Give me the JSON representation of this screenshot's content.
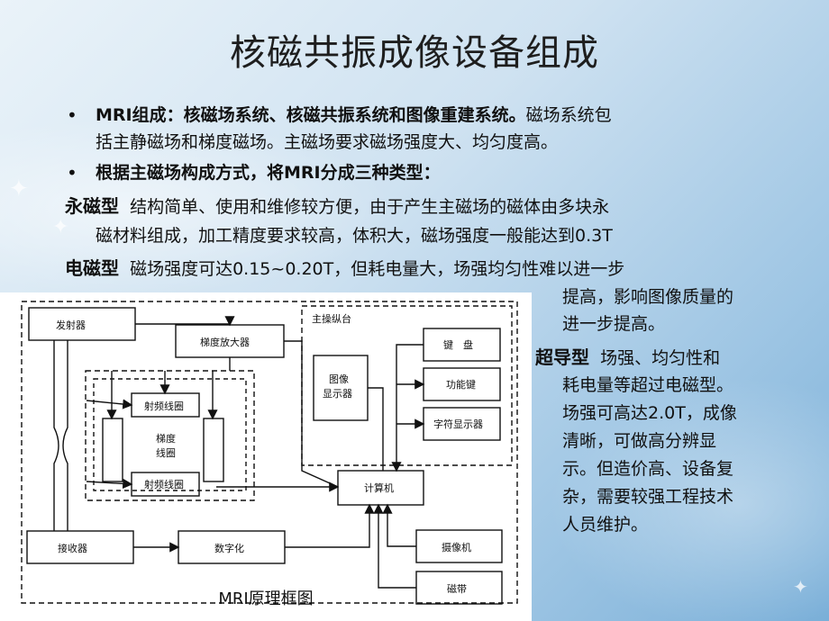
{
  "title": "核磁共振成像设备组成",
  "bullets": [
    {
      "bullet": "•",
      "bold": "MRI组成：核磁场系统、核磁共振系统和图像重建系统。",
      "rest": "磁场系统包",
      "cont": "括主静磁场和梯度磁场。主磁场要求磁场强度大、均匀度高。"
    },
    {
      "bullet": "•",
      "bold": "根据主磁场构成方式，将MRI分成三种类型："
    }
  ],
  "types": [
    {
      "name": "永磁型",
      "lines": [
        "结构简单、使用和维修较方便，由于产生主磁场的磁体由多块永",
        "磁材料组成，加工精度要求较高，体积大，磁场强度一般能达到0.3T"
      ]
    },
    {
      "name": "电磁型",
      "lines": [
        "磁场强度可达0.15~0.20T，但耗电量大，场强均匀性难以进一步",
        "提高，影响图像质量的",
        "进一步提高。"
      ]
    },
    {
      "name": "超导型",
      "lines": [
        "场强、均匀性和",
        "耗电量等超过电磁型。",
        "场强可高达2.0T，成像",
        "清晰，可做高分辨显",
        "示。但造价高、设备复",
        "杂，需要较强工程技术",
        "人员维护。"
      ]
    }
  ],
  "diagram": {
    "caption": "MRI原理框图",
    "labels": {
      "transmitter": "发射器",
      "gradient_amp": "梯度放大器",
      "main_console": "主操纵台",
      "keyboard": "键　盘",
      "image_display_1": "图像",
      "image_display_2": "显示器",
      "function_keys": "功能键",
      "char_display": "字符显示器",
      "rf_coil_top": "射频线圈",
      "gradient_coil_1": "梯度",
      "gradient_coil_2": "线圈",
      "rf_coil_bottom": "射频线圈",
      "computer": "计算机",
      "receiver": "接收器",
      "digitizer": "数字化",
      "camera": "摄像机",
      "tape": "磁带"
    }
  }
}
